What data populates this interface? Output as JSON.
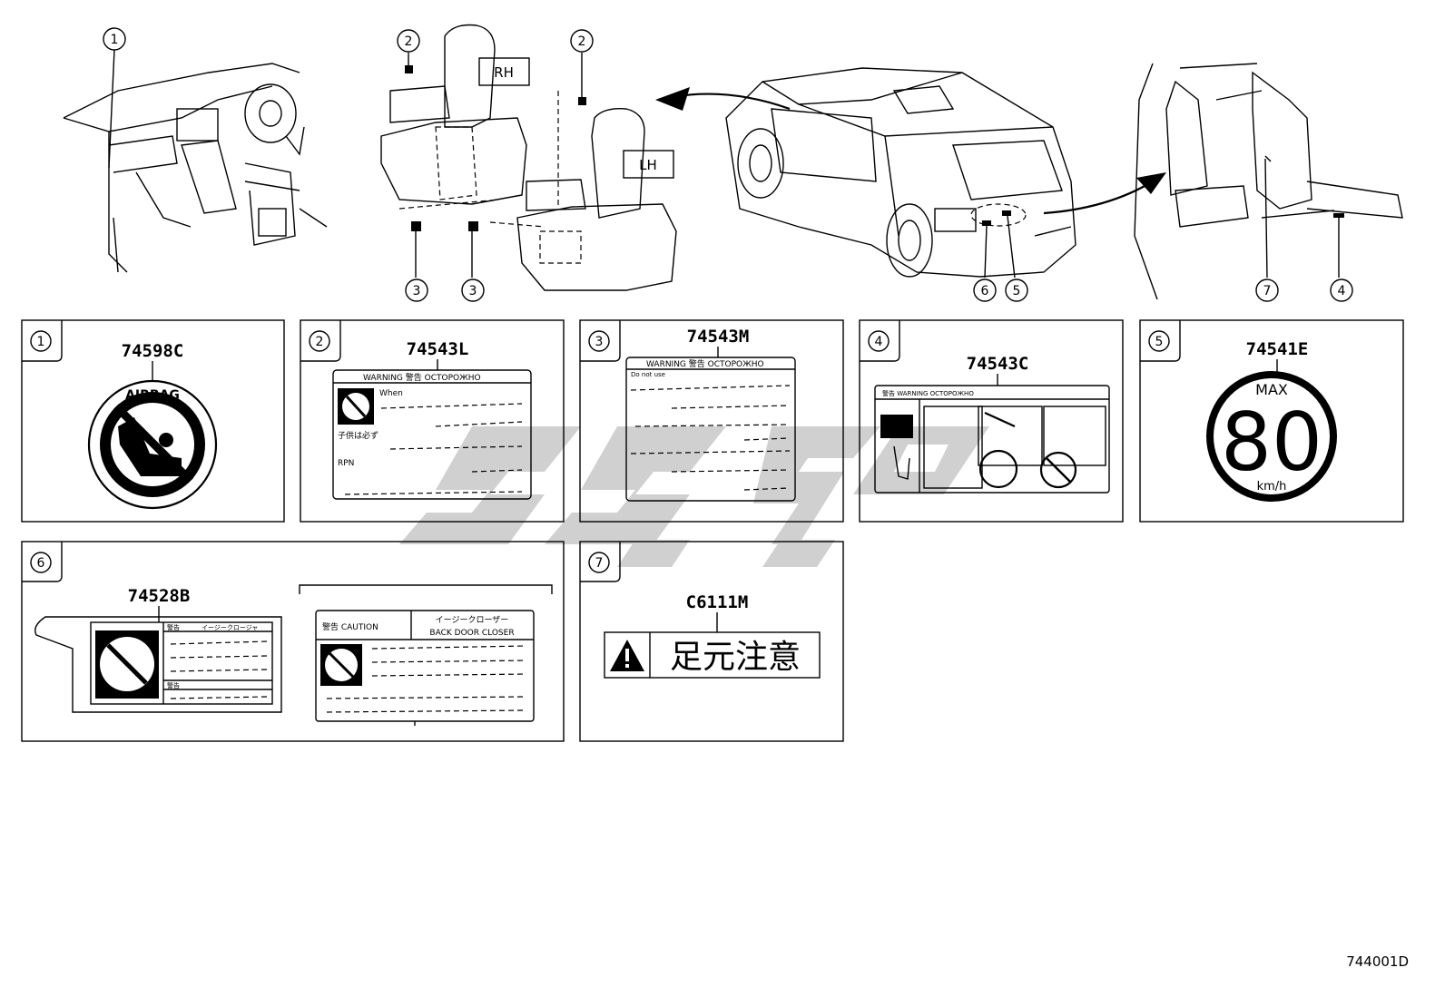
{
  "callouts": [
    "1",
    "2",
    "3",
    "4",
    "5",
    "6",
    "7"
  ],
  "seat_labels": {
    "rh": "RH",
    "lh": "LH"
  },
  "panels": [
    {
      "num": "1",
      "part": "74598C",
      "text": "AIRBAG"
    },
    {
      "num": "2",
      "part": "74543L",
      "header": "WARNING   警告   OCTOPOЖHO",
      "line1": "When",
      "line2": "子供は必ず",
      "line3": "RPN"
    },
    {
      "num": "3",
      "part": "74543M",
      "header": "WARNING   警告   OCTOPOЖHO",
      "line1": "Do not use"
    },
    {
      "num": "4",
      "part": "74543C",
      "header": "警告  WARNING  OCTOPOЖHO"
    },
    {
      "num": "5",
      "part": "74541E",
      "max": "MAX",
      "speed": "80",
      "unit": "km/h"
    },
    {
      "num": "6",
      "part": "74528B",
      "h1": "警告",
      "h2": "イージークロージャ",
      "caution": "警告 CAUTION",
      "closer_jp": "イージークローザー",
      "closer_en": "BACK DOOR CLOSER"
    },
    {
      "num": "7",
      "part": "C6111M",
      "text": "足元注意"
    }
  ],
  "diagram_code": "744001D"
}
